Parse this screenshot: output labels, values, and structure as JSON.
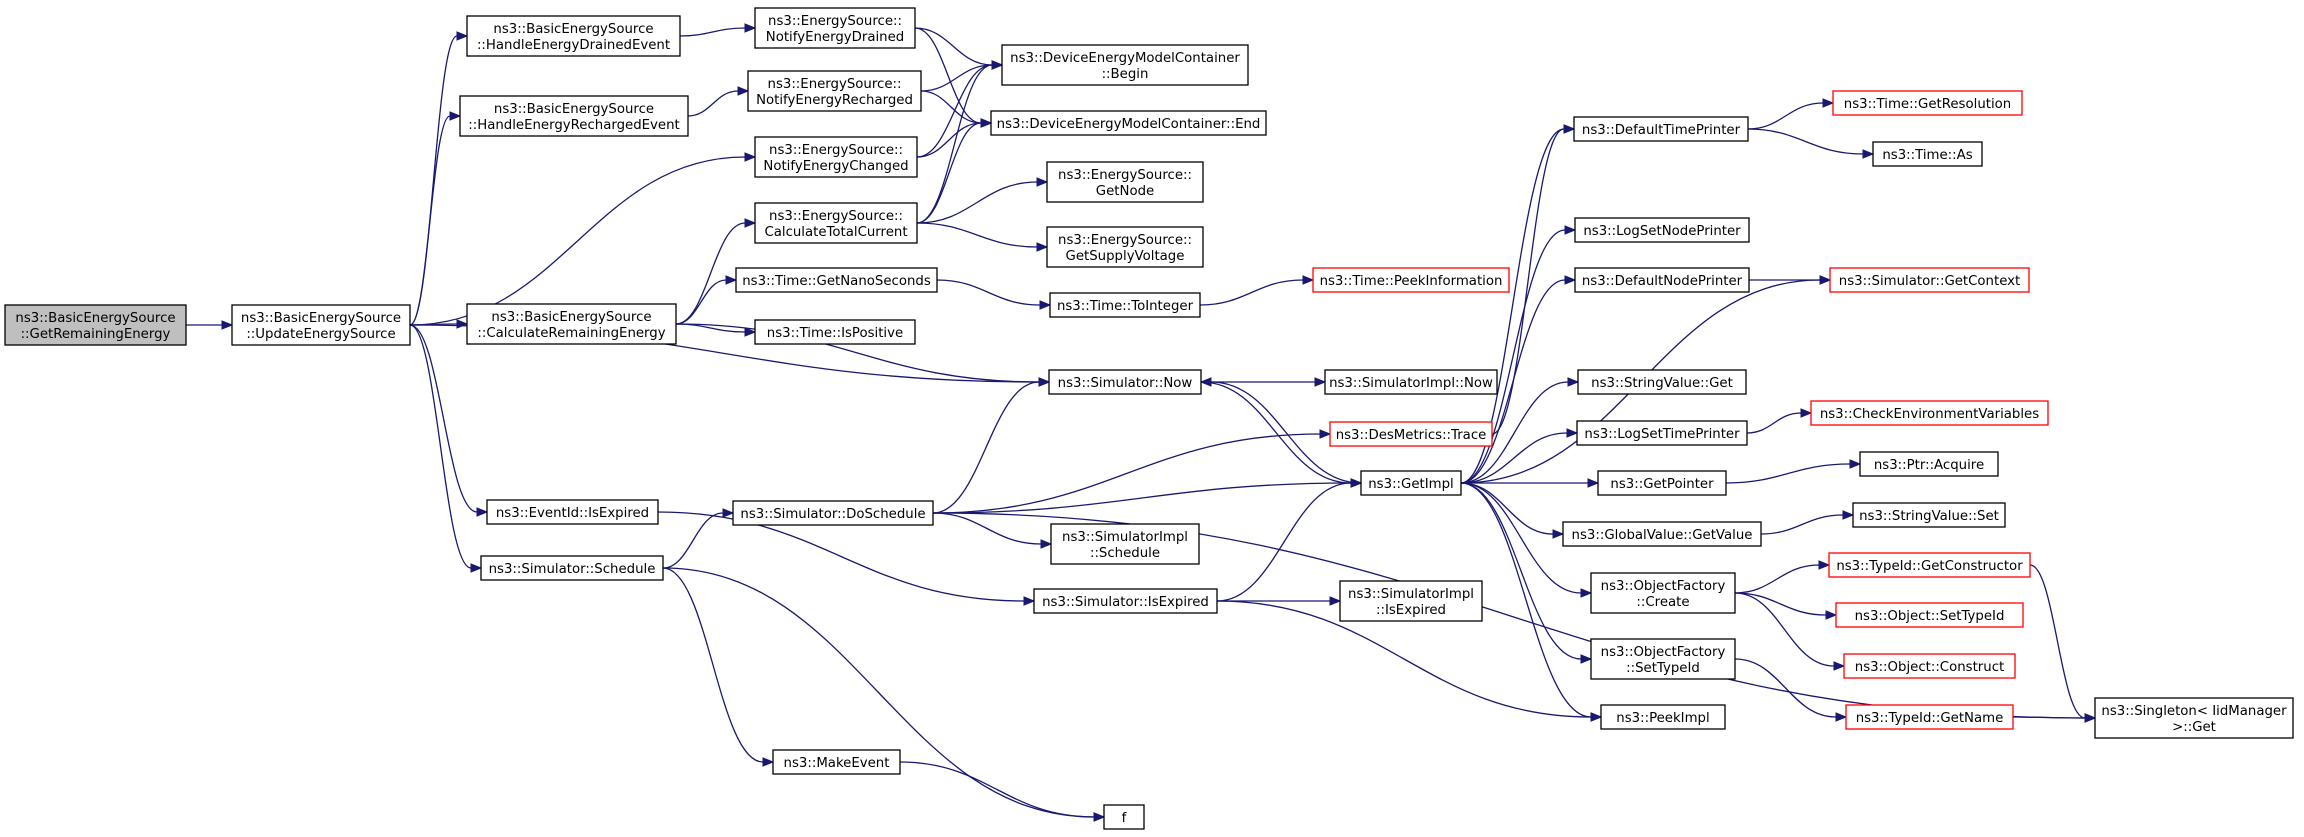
{
  "diagram": {
    "colors": {
      "edge": "#191970",
      "node_border": "#000000",
      "truncated_border": "#ff0000",
      "root_fill": "#bfbfbf",
      "node_fill": "#ffffff"
    },
    "nodes": [
      {
        "id": "root",
        "lines": [
          "ns3::BasicEnergySource",
          "::GetRemainingEnergy"
        ],
        "style": "root"
      },
      {
        "id": "upd",
        "lines": [
          "ns3::BasicEnergySource",
          "::UpdateEnergySource"
        ],
        "style": "normal"
      },
      {
        "id": "hde",
        "lines": [
          "ns3::BasicEnergySource",
          "::HandleEnergyDrainedEvent"
        ],
        "style": "normal"
      },
      {
        "id": "hre",
        "lines": [
          "ns3::BasicEnergySource",
          "::HandleEnergyRechargedEvent"
        ],
        "style": "normal"
      },
      {
        "id": "cre",
        "lines": [
          "ns3::BasicEnergySource",
          "::CalculateRemainingEnergy"
        ],
        "style": "normal"
      },
      {
        "id": "eid",
        "lines": [
          "ns3::EventId::IsExpired"
        ],
        "style": "normal"
      },
      {
        "id": "ssch",
        "lines": [
          "ns3::Simulator::Schedule"
        ],
        "style": "normal"
      },
      {
        "id": "ned",
        "lines": [
          "ns3::EnergySource::",
          "NotifyEnergyDrained"
        ],
        "style": "normal"
      },
      {
        "id": "ner",
        "lines": [
          "ns3::EnergySource::",
          "NotifyEnergyRecharged"
        ],
        "style": "normal"
      },
      {
        "id": "nec",
        "lines": [
          "ns3::EnergySource::",
          "NotifyEnergyChanged"
        ],
        "style": "normal"
      },
      {
        "id": "ctc",
        "lines": [
          "ns3::EnergySource::",
          "CalculateTotalCurrent"
        ],
        "style": "normal"
      },
      {
        "id": "tgns",
        "lines": [
          "ns3::Time::GetNanoSeconds"
        ],
        "style": "normal"
      },
      {
        "id": "tip",
        "lines": [
          "ns3::Time::IsPositive"
        ],
        "style": "normal"
      },
      {
        "id": "dosch",
        "lines": [
          "ns3::Simulator::DoSchedule"
        ],
        "style": "normal"
      },
      {
        "id": "mkev",
        "lines": [
          "ns3::MakeEvent"
        ],
        "style": "normal"
      },
      {
        "id": "f",
        "lines": [
          "f"
        ],
        "style": "normal"
      },
      {
        "id": "dembeg",
        "lines": [
          "ns3::DeviceEnergyModelContainer",
          "::Begin"
        ],
        "style": "normal"
      },
      {
        "id": "demend",
        "lines": [
          "ns3::DeviceEnergyModelContainer::End"
        ],
        "style": "normal"
      },
      {
        "id": "esgn",
        "lines": [
          "ns3::EnergySource::",
          "GetNode"
        ],
        "style": "normal"
      },
      {
        "id": "esgsv",
        "lines": [
          "ns3::EnergySource::",
          "GetSupplyVoltage"
        ],
        "style": "normal"
      },
      {
        "id": "toint",
        "lines": [
          "ns3::Time::ToInteger"
        ],
        "style": "normal"
      },
      {
        "id": "snow",
        "lines": [
          "ns3::Simulator::Now"
        ],
        "style": "normal"
      },
      {
        "id": "sisch",
        "lines": [
          "ns3::SimulatorImpl",
          "::Schedule"
        ],
        "style": "normal"
      },
      {
        "id": "sisexp",
        "lines": [
          "ns3::Simulator::IsExpired"
        ],
        "style": "normal"
      },
      {
        "id": "tpi",
        "lines": [
          "ns3::Time::PeekInformation"
        ],
        "style": "truncated"
      },
      {
        "id": "sinow",
        "lines": [
          "ns3::SimulatorImpl::Now"
        ],
        "style": "normal"
      },
      {
        "id": "dmtr",
        "lines": [
          "ns3::DesMetrics::Trace"
        ],
        "style": "truncated"
      },
      {
        "id": "gimpl",
        "lines": [
          "ns3::GetImpl"
        ],
        "style": "normal"
      },
      {
        "id": "siexp",
        "lines": [
          "ns3::SimulatorImpl",
          "::IsExpired"
        ],
        "style": "normal"
      },
      {
        "id": "dtp",
        "lines": [
          "ns3::DefaultTimePrinter"
        ],
        "style": "normal"
      },
      {
        "id": "lsnp",
        "lines": [
          "ns3::LogSetNodePrinter"
        ],
        "style": "normal"
      },
      {
        "id": "dnp",
        "lines": [
          "ns3::DefaultNodePrinter"
        ],
        "style": "normal"
      },
      {
        "id": "svget",
        "lines": [
          "ns3::StringValue::Get"
        ],
        "style": "normal"
      },
      {
        "id": "lstp",
        "lines": [
          "ns3::LogSetTimePrinter"
        ],
        "style": "normal"
      },
      {
        "id": "gptr",
        "lines": [
          "ns3::GetPointer"
        ],
        "style": "normal"
      },
      {
        "id": "gvgv",
        "lines": [
          "ns3::GlobalValue::GetValue"
        ],
        "style": "normal"
      },
      {
        "id": "ofcr",
        "lines": [
          "ns3::ObjectFactory",
          "::Create"
        ],
        "style": "normal"
      },
      {
        "id": "ofst",
        "lines": [
          "ns3::ObjectFactory",
          "::SetTypeId"
        ],
        "style": "normal"
      },
      {
        "id": "pimpl",
        "lines": [
          "ns3::PeekImpl"
        ],
        "style": "normal"
      },
      {
        "id": "tgr",
        "lines": [
          "ns3::Time::GetResolution"
        ],
        "style": "truncated"
      },
      {
        "id": "tas",
        "lines": [
          "ns3::Time::As"
        ],
        "style": "normal"
      },
      {
        "id": "sgc",
        "lines": [
          "ns3::Simulator::GetContext"
        ],
        "style": "truncated"
      },
      {
        "id": "cev",
        "lines": [
          "ns3::CheckEnvironmentVariables"
        ],
        "style": "truncated"
      },
      {
        "id": "pacq",
        "lines": [
          "ns3::Ptr::Acquire"
        ],
        "style": "normal"
      },
      {
        "id": "svset",
        "lines": [
          "ns3::StringValue::Set"
        ],
        "style": "normal"
      },
      {
        "id": "tgc",
        "lines": [
          "ns3::TypeId::GetConstructor"
        ],
        "style": "truncated"
      },
      {
        "id": "ost",
        "lines": [
          "ns3::Object::SetTypeId"
        ],
        "style": "truncated"
      },
      {
        "id": "ocon",
        "lines": [
          "ns3::Object::Construct"
        ],
        "style": "truncated"
      },
      {
        "id": "tgname",
        "lines": [
          "ns3::TypeId::GetName"
        ],
        "style": "truncated"
      },
      {
        "id": "sing",
        "lines": [
          "ns3::Singleton< IidManager",
          ">::Get"
        ],
        "style": "normal"
      }
    ]
  }
}
